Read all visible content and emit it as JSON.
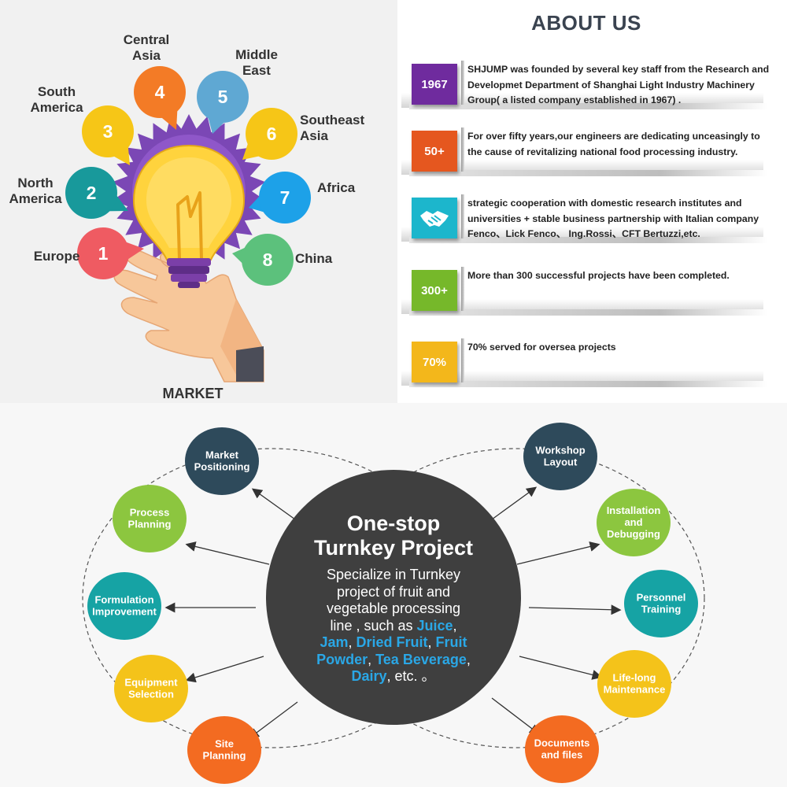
{
  "market": {
    "title": "MARKET",
    "regions": [
      {
        "num": "1",
        "lines": [
          "Europe"
        ],
        "color": "#ef5b62"
      },
      {
        "num": "2",
        "lines": [
          "North",
          "America"
        ],
        "color": "#18999b"
      },
      {
        "num": "3",
        "lines": [
          "South",
          "America"
        ],
        "color": "#f6c617"
      },
      {
        "num": "4",
        "lines": [
          "Central",
          "Asia"
        ],
        "color": "#f37b26"
      },
      {
        "num": "5",
        "lines": [
          "Middle",
          "East"
        ],
        "color": "#5fa8d3"
      },
      {
        "num": "6",
        "lines": [
          "Southeast",
          "Asia"
        ],
        "color": "#f6c617"
      },
      {
        "num": "7",
        "lines": [
          "Africa"
        ],
        "color": "#1da1e8"
      },
      {
        "num": "8",
        "lines": [
          "China"
        ],
        "color": "#5cc17c"
      }
    ]
  },
  "about": {
    "title": "ABOUT US",
    "items": [
      {
        "badge": "1967",
        "color": "#6f2b9e",
        "text": "SHJUMP was founded by several key staff from the  Research and Developmet Department  of Shanghai Light Industry Machinery Group( a listed company established in 1967) ."
      },
      {
        "badge": "50+",
        "color": "#e5571f",
        "text": "For over fifty years,our engineers are dedicating unceasingly to the cause of revitalizing national food processing industry."
      },
      {
        "badge": "",
        "icon": "handshake-icon",
        "color": "#1cb6cc",
        "text": "strategic cooperation with domestic research institutes and universities + stable business partnership with Italian company Fenco、Lick Fenco、 Ing.Rossi、CFT Bertuzzi,etc."
      },
      {
        "badge": "300+",
        "color": "#76b82a",
        "text": "More than 300 successful projects have been completed."
      },
      {
        "badge": "70%",
        "color": "#f3b71b",
        "text": "70%  served for oversea projects"
      }
    ]
  },
  "turnkey": {
    "title_line1": "One-stop",
    "title_line2": "Turnkey Project",
    "desc_lines": [
      [
        {
          "t": "Specialize in Turnkey",
          "hl": false
        }
      ],
      [
        {
          "t": "project of fruit and",
          "hl": false
        }
      ],
      [
        {
          "t": "vegetable processing",
          "hl": false
        }
      ],
      [
        {
          "t": "line , such as ",
          "hl": false
        },
        {
          "t": "Juice",
          "hl": true
        },
        {
          "t": ",",
          "hl": false
        }
      ],
      [
        {
          "t": "Jam",
          "hl": true
        },
        {
          "t": ", ",
          "hl": false
        },
        {
          "t": "Dried Fruit",
          "hl": true
        },
        {
          "t": ", ",
          "hl": false
        },
        {
          "t": "Fruit",
          "hl": true
        }
      ],
      [
        {
          "t": "Powder",
          "hl": true
        },
        {
          "t": ", ",
          "hl": false
        },
        {
          "t": "Tea Beverage",
          "hl": true
        },
        {
          "t": ",",
          "hl": false
        }
      ],
      [
        {
          "t": "Dairy",
          "hl": true
        },
        {
          "t": ", etc. 。",
          "hl": false
        }
      ]
    ],
    "highlight_color": "#2aa7e6",
    "left_nodes": [
      {
        "lines": [
          "Market",
          "Positioning"
        ],
        "color": "#2e4a5b"
      },
      {
        "lines": [
          "Process",
          "Planning"
        ],
        "color": "#8cc63f"
      },
      {
        "lines": [
          "Formulation",
          "Improvement"
        ],
        "color": "#16a3a4"
      },
      {
        "lines": [
          "Equipment",
          "Selection"
        ],
        "color": "#f4c31a"
      },
      {
        "lines": [
          "Site",
          "Planning"
        ],
        "color": "#f36b21"
      }
    ],
    "right_nodes": [
      {
        "lines": [
          "Workshop",
          "Layout"
        ],
        "color": "#2e4a5b"
      },
      {
        "lines": [
          "Installation",
          "and",
          "Debugging"
        ],
        "color": "#8cc63f"
      },
      {
        "lines": [
          "Personnel",
          "Training"
        ],
        "color": "#16a3a4"
      },
      {
        "lines": [
          "Life-long",
          "Maintenance"
        ],
        "color": "#f4c31a"
      },
      {
        "lines": [
          "Documents",
          "and files"
        ],
        "color": "#f36b21"
      }
    ]
  }
}
